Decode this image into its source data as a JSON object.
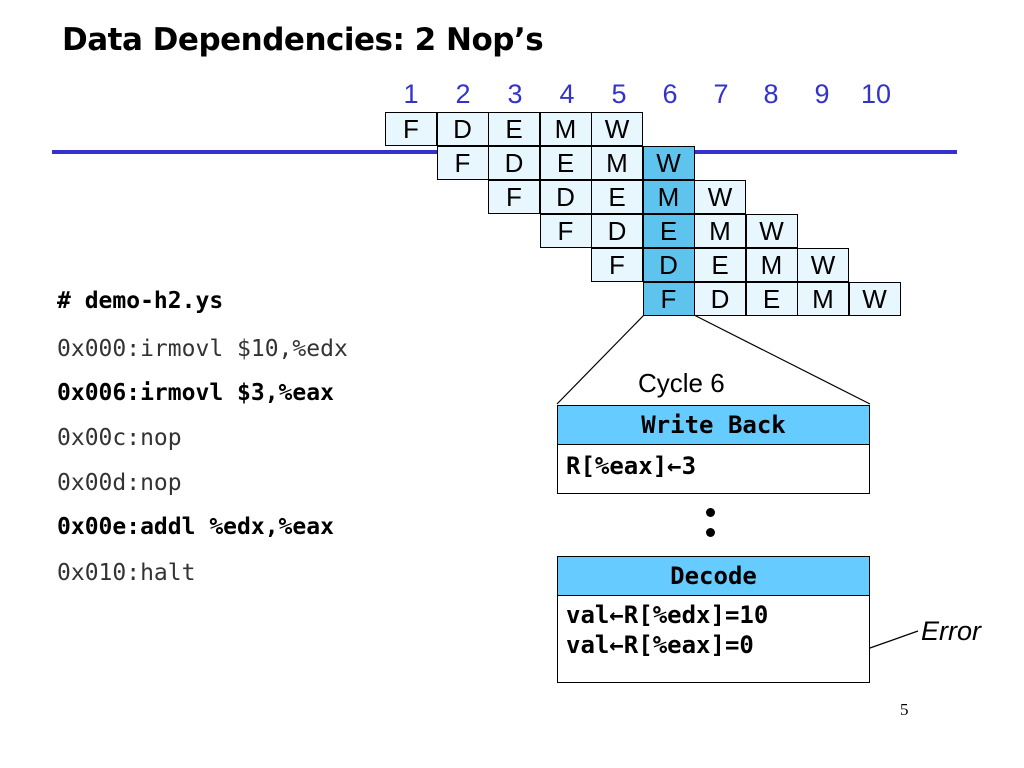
{
  "title": "Data Dependencies: 2 Nop’s",
  "cycles": [
    "1",
    "2",
    "3",
    "4",
    "5",
    "6",
    "7",
    "8",
    "9",
    "10"
  ],
  "pipeline": {
    "stages": [
      "F",
      "D",
      "E",
      "M",
      "W"
    ],
    "highlight_cycle": 6,
    "instruction_start_cycles": [
      1,
      2,
      3,
      4,
      5,
      6
    ]
  },
  "program": {
    "filename": "# demo-h2.ys",
    "lines": [
      {
        "text": "0x000:irmovl $10,%edx",
        "bold": false
      },
      {
        "text": "0x006:irmovl $3,%eax",
        "bold": true
      },
      {
        "text": "0x00c:nop",
        "bold": false
      },
      {
        "text": "0x00d:nop",
        "bold": false
      },
      {
        "text": "0x00e:addl %edx,%eax",
        "bold": true
      },
      {
        "text": "0x010:halt",
        "bold": false
      }
    ]
  },
  "cycle_label": "Cycle 6",
  "writeback": {
    "header": "Write Back",
    "line": "R[%eax]←3"
  },
  "decode": {
    "header": "Decode",
    "line1": "val←R[%edx]=10",
    "line2": "val←R[%eax]=0"
  },
  "error_label": "Error",
  "page_number": "5",
  "colors": {
    "accent": "#3333cc",
    "cell": "#e8f7fd",
    "highlight": "#5ec4ee",
    "header": "#66ccff"
  }
}
